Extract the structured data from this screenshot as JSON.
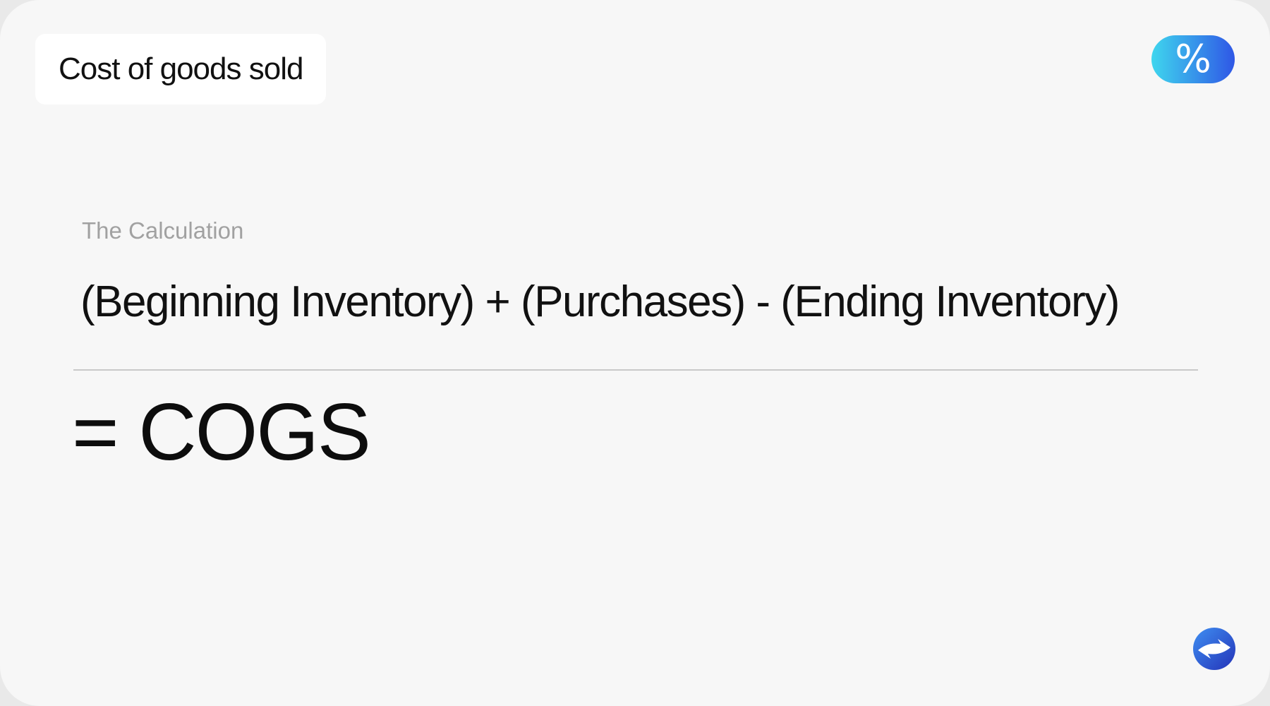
{
  "header": {
    "title": "Cost of goods sold",
    "badge_symbol": "%"
  },
  "content": {
    "section_label": "The Calculation",
    "formula": "(Beginning Inventory) + (Purchases) - (Ending Inventory)",
    "result": "= COGS"
  },
  "icons": {
    "badge": "percent-icon",
    "logo": "brand-logo-icon"
  },
  "colors": {
    "background": "#f7f7f7",
    "label_gray": "#a1a1a1",
    "divider": "#c9c9c9",
    "badge_gradient_start": "#3fd6ee",
    "badge_gradient_end": "#2f57e6",
    "logo_dark": "#2433b8",
    "logo_light": "#3f8ff2"
  }
}
